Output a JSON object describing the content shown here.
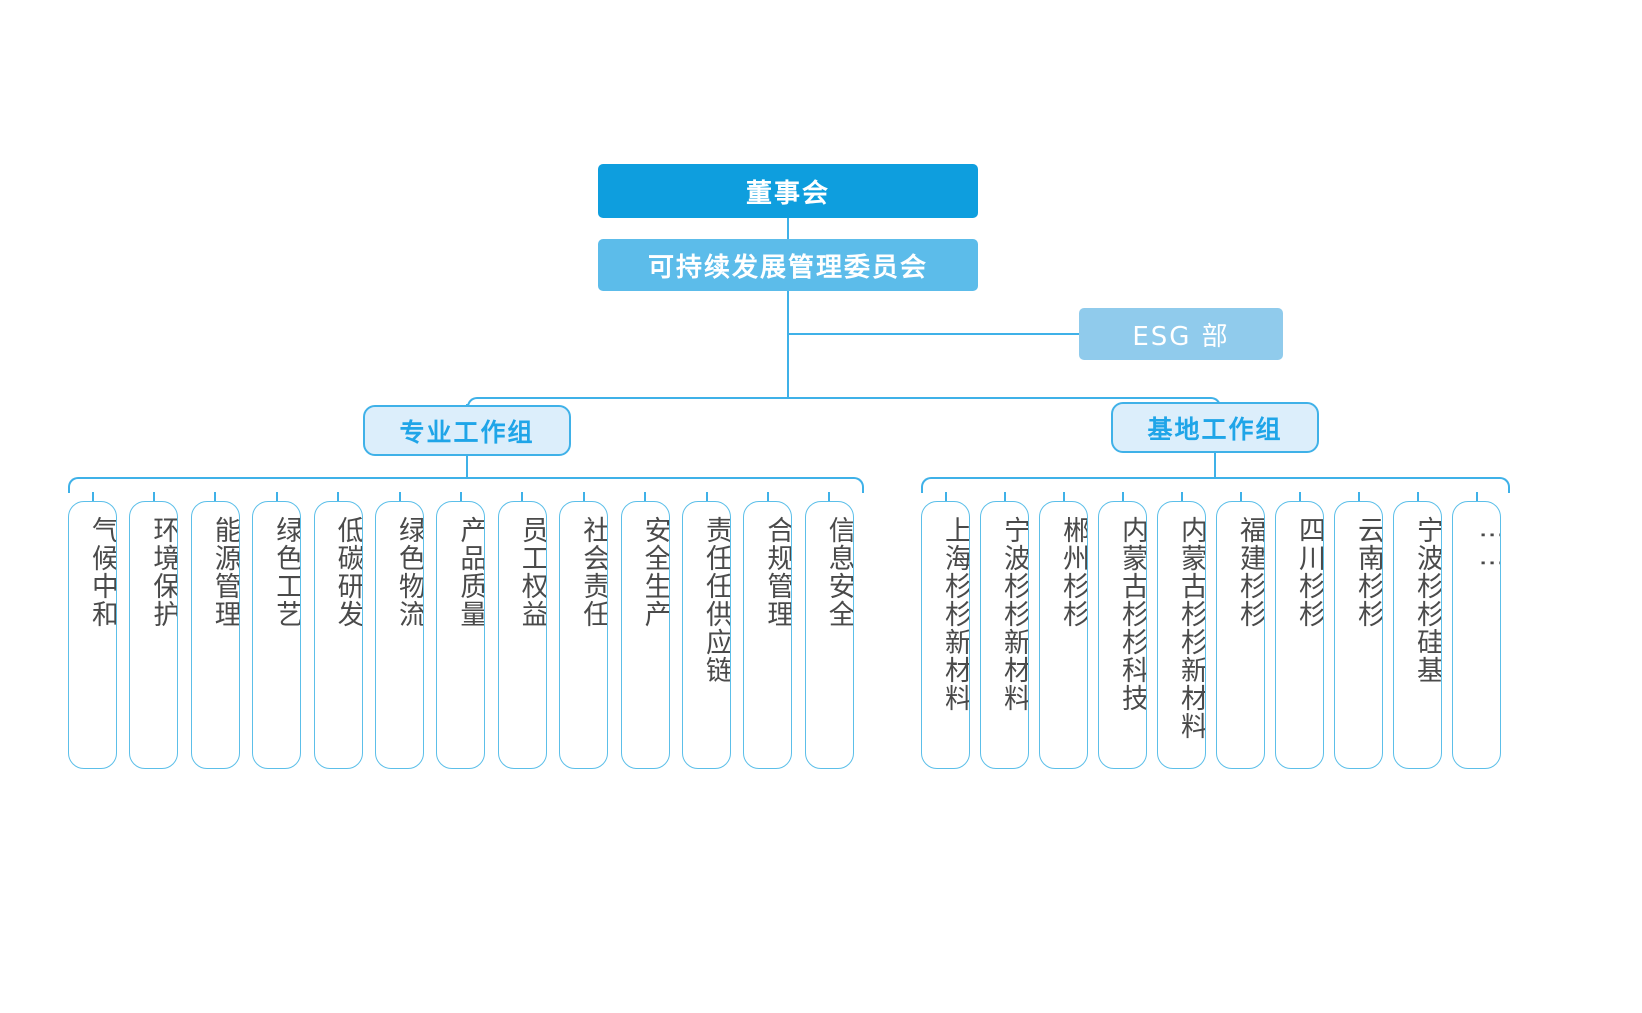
{
  "diagram": {
    "title": "ESG 管理架构图",
    "colors": {
      "board_fill": "#0E9EDE",
      "committee_fill": "#5CBCEA",
      "esg_fill": "#90CBEC",
      "group_fill": "#DCEEFB",
      "group_border": "#3FB1E8",
      "group_text": "#1FA5E8",
      "leaf_border": "#5CBFE9",
      "leaf_text": "#4A4A4A",
      "connector": "#3FB1E8",
      "background": "#FFFFFF"
    }
  },
  "nodes": {
    "board": {
      "label": "董事会"
    },
    "committee": {
      "label": "可持续发展管理委员会"
    },
    "esg_department": {
      "label": "ESG 部"
    },
    "professional_group": {
      "label": "专业工作组"
    },
    "base_group": {
      "label": "基地工作组"
    }
  },
  "professional_group_items": [
    {
      "label": "气候中和"
    },
    {
      "label": "环境保护"
    },
    {
      "label": "能源管理"
    },
    {
      "label": "绿色工艺"
    },
    {
      "label": "低碳研发"
    },
    {
      "label": "绿色物流"
    },
    {
      "label": "产品质量"
    },
    {
      "label": "员工权益"
    },
    {
      "label": "社会责任"
    },
    {
      "label": "安全生产"
    },
    {
      "label": "责任任供应链"
    },
    {
      "label": "合规管理"
    },
    {
      "label": "信息安全"
    }
  ],
  "base_group_items": [
    {
      "label": "上海杉杉新材料"
    },
    {
      "label": "宁波杉杉新材料"
    },
    {
      "label": "郴州杉杉"
    },
    {
      "label": "内蒙古杉杉科技"
    },
    {
      "label": "内蒙古杉杉新材料"
    },
    {
      "label": "福建杉杉"
    },
    {
      "label": "四川杉杉"
    },
    {
      "label": "云南杉杉"
    },
    {
      "label": "宁波杉杉硅基"
    },
    {
      "label": "⋮",
      "is_ellipsis": true
    }
  ]
}
